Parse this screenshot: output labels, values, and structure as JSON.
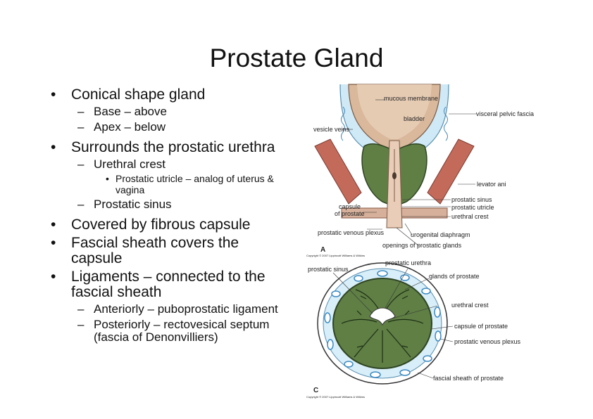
{
  "title": "Prostate Gland",
  "bullets": [
    {
      "marker": "•",
      "text": "Conical shape gland",
      "level": 1
    },
    {
      "marker": "–",
      "text": "Base – above",
      "level": 2
    },
    {
      "marker": "–",
      "text": "Apex – below",
      "level": 2
    },
    {
      "marker": "•",
      "text": "Surrounds the prostatic urethra",
      "level": 1
    },
    {
      "marker": "–",
      "text": "Urethral crest",
      "level": 2
    },
    {
      "marker": "•",
      "text": "Prostatic utricle – analog of uterus & vagina",
      "level": 3
    },
    {
      "marker": "–",
      "text": "Prostatic sinus",
      "level": 2
    },
    {
      "marker": "•",
      "text": "Covered by fibrous capsule",
      "level": 1
    },
    {
      "marker": "•",
      "text": "Fascial sheath covers the capsule",
      "level": 1
    },
    {
      "marker": "•",
      "text": "Ligaments – connected to the fascial sheath",
      "level": 1
    },
    {
      "marker": "–",
      "text": "Anteriorly – puboprostatic ligament",
      "level": 2
    },
    {
      "marker": "–",
      "text": "Posteriorly – rectovesical septum (fascia of Denonvilliers)",
      "level": 2
    }
  ],
  "figure_a": {
    "letter": "A",
    "copyright": "Copyright © 2007 Lippincott Williams & Wilkins",
    "labels": {
      "mucous_membrane": "mucous membrane",
      "bladder": "bladder",
      "visceral_pelvic_fascia": "visceral pelvic fascia",
      "vesicle_veins": "vesicle veins",
      "levator_ani": "levator ani",
      "prostatic_sinus": "prostatic sinus",
      "prostatic_utricle": "prostatic utricle",
      "capsule_of_prostate_1": "capsule",
      "capsule_of_prostate_2": "of prostate",
      "urethral_crest": "urethral crest",
      "urogenital_diaphragm": "urogenital diaphragm",
      "prostatic_venous_plexus": "prostatic venous plexus",
      "openings_of_prostatic_glands": "openings of prostatic glands"
    }
  },
  "figure_c": {
    "letter": "C",
    "copyright": "Copyright © 2007 Lippincott Williams & Wilkins",
    "labels": {
      "prostatic_sinus": "prostatic sinus",
      "prostatic_urethra": "prostatic urethra",
      "glands_of_prostate": "glands of prostate",
      "urethral_crest": "urethral crest",
      "capsule_of_prostate": "capsule of prostate",
      "prostatic_venous_plexus": "prostatic venous plexus",
      "fascial_sheath_of_prostate": "fascial sheath of prostate"
    }
  },
  "colors": {
    "gland_green": "#5f7f45",
    "bladder_tan": "#d9b89c",
    "fascia_blue": "#9cd4ee",
    "muscle_red": "#c46a5a"
  }
}
